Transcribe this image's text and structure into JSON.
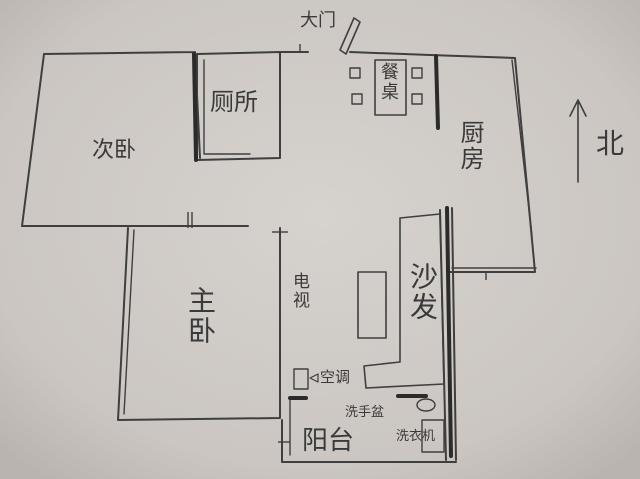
{
  "labels": {
    "entrance": "大门",
    "dining_table": "餐桌",
    "toilet": "厕所",
    "second_bedroom": "次卧",
    "kitchen": "厨房",
    "north": "北",
    "master_bedroom": "主卧",
    "tv": "电视",
    "sofa": "沙发",
    "ac": "空调",
    "wash_basin": "洗手盆",
    "washing_machine": "洗衣机",
    "balcony": "阳台"
  },
  "colors": {
    "paper": "#cfcac6",
    "pencil": "#3a3a3a"
  },
  "icons": {
    "north_arrow": "north-arrow-icon"
  }
}
